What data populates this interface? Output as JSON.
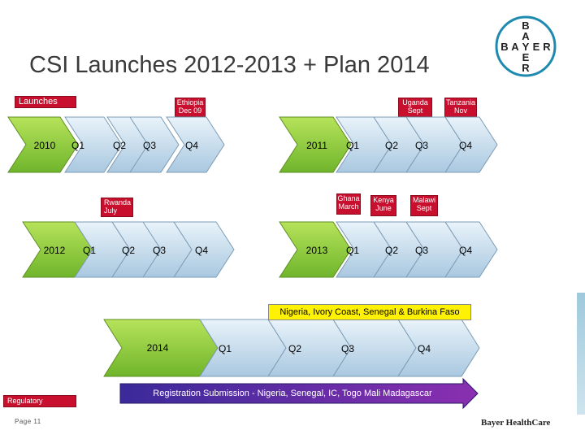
{
  "title": "CSI Launches 2012-2013 + Plan 2014",
  "logo": {
    "letters_vertical": [
      "B",
      "A",
      "Y",
      "E",
      "R"
    ],
    "letters_horizontal": [
      "B",
      "A",
      "Y",
      "E",
      "R"
    ]
  },
  "labels": {
    "launches": "Launches",
    "regulatory": "Regulatory"
  },
  "timelines": [
    {
      "year": "2010",
      "quarters": [
        "Q1",
        "Q2",
        "Q3",
        "Q4"
      ]
    },
    {
      "year": "2011",
      "quarters": [
        "Q1",
        "Q2",
        "Q3",
        "Q4"
      ]
    },
    {
      "year": "2012",
      "quarters": [
        "Q1",
        "Q2",
        "Q3",
        "Q4"
      ]
    },
    {
      "year": "2013",
      "quarters": [
        "Q1",
        "Q2",
        "Q3",
        "Q4"
      ]
    },
    {
      "year": "2014",
      "quarters": [
        "Q1",
        "Q2",
        "Q3",
        "Q4"
      ]
    }
  ],
  "events": {
    "ethiopia": [
      "Ethiopia",
      "Dec 09"
    ],
    "uganda": [
      "Uganda",
      "Sept"
    ],
    "tanzania": [
      "Tanzania",
      "Nov"
    ],
    "rwanda": [
      "Rwanda",
      "July"
    ],
    "ghana": [
      "Ghana",
      "March"
    ],
    "kenya": [
      "Kenya",
      "June"
    ],
    "malawi": [
      "Malawi",
      "Sept"
    ]
  },
  "plan_2014_header": "Nigeria, Ivory Coast, Senegal & Burkina Faso",
  "regulatory_arrow": "Registration Submission - Nigeria, Senegal, IC, Togo Mali Madagascar",
  "footer": {
    "page": "Page 11",
    "brand": "Bayer HealthCare"
  },
  "colors": {
    "accent_red": "#c8102e",
    "green": "#8cc63f",
    "blue_light": "#cfe3f1",
    "purple": "#6b2fa0",
    "yellow": "#fff200"
  }
}
